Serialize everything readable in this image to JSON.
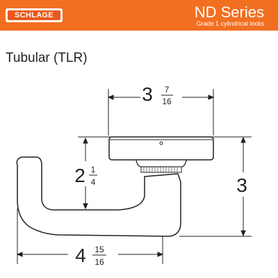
{
  "brand": {
    "logo_text": "SCHLAGE",
    "accent_color": "#f26f21"
  },
  "header": {
    "title": "ND Series",
    "subtitle": "Grade 1 cylindrical locks"
  },
  "section": {
    "title": "Tubular (TLR)"
  },
  "dimensions": {
    "width_top": {
      "whole": "3",
      "num": "7",
      "den": "16"
    },
    "height_right": {
      "whole": "3"
    },
    "lever_height": {
      "whole": "2",
      "num": "1",
      "den": "4"
    },
    "width_bottom": {
      "whole": "4",
      "num": "15",
      "den": "16"
    }
  }
}
